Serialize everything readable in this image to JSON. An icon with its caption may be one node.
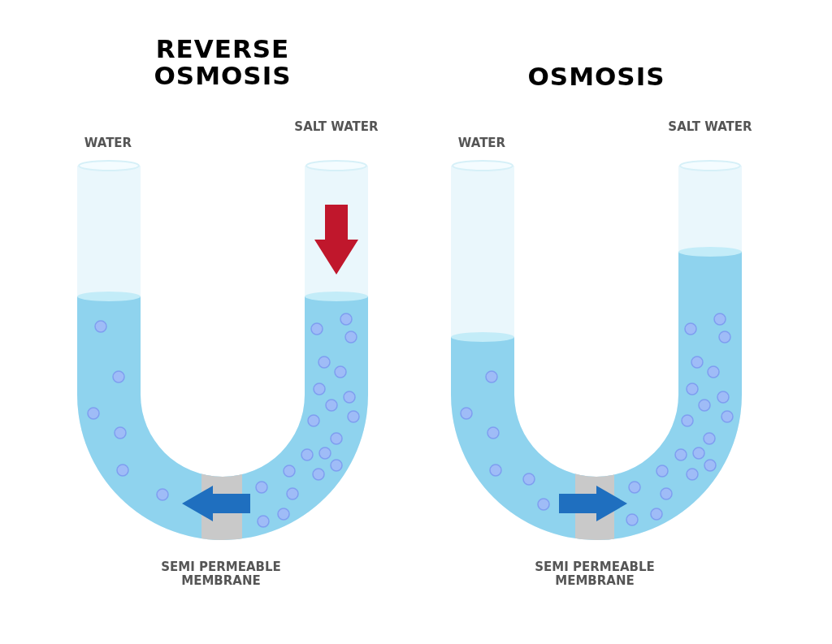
{
  "diagram": {
    "labels": [
      "REVERSE OSMOSIS",
      "OSMOSIS",
      "WATER",
      "SALT WATER",
      "WATER",
      "SALT WATER",
      "SEMI PERMEABLE MEMBRANE",
      "SEMI PERMEABLE MEMBRANE"
    ]
  }
}
